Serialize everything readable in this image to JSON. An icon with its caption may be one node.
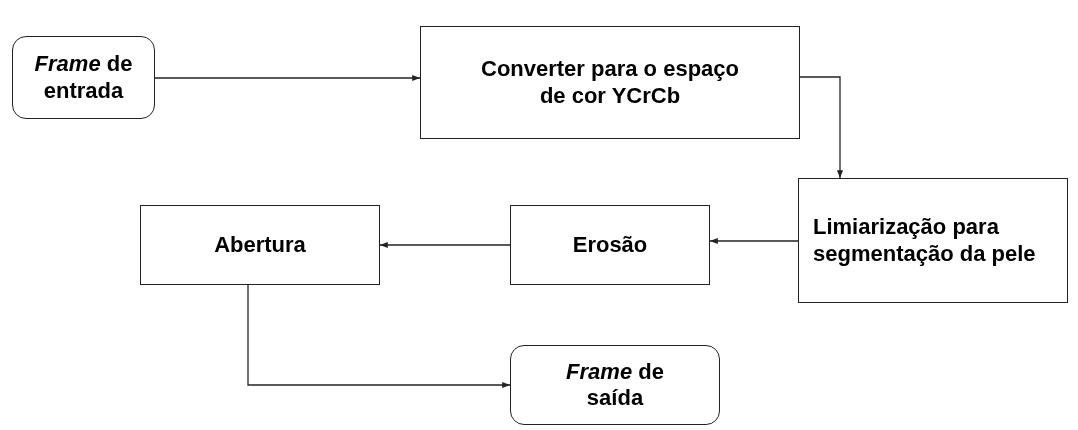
{
  "diagram": {
    "nodes": [
      {
        "text": [
          "*Frame* de entrada"
        ]
      },
      {
        "text": [
          "Converter para o espaço de cor YCrCb"
        ]
      },
      {
        "text": [
          "Limiarização para segmentação da pele"
        ]
      },
      {
        "text": [
          "Erosão"
        ]
      },
      {
        "text": [
          "Abertura"
        ]
      },
      {
        "text": [
          "*Frame* de saída"
        ]
      }
    ],
    "edges": [
      {
        "from": 0,
        "to": 1,
        "arrow": "to"
      },
      {
        "from": 1,
        "to": 2,
        "arrow": "to"
      },
      {
        "from": 2,
        "to": 3,
        "arrow": "to"
      },
      {
        "from": 3,
        "to": 4,
        "arrow": "to"
      },
      {
        "from": 4,
        "to": 5,
        "arrow": "to"
      }
    ]
  }
}
